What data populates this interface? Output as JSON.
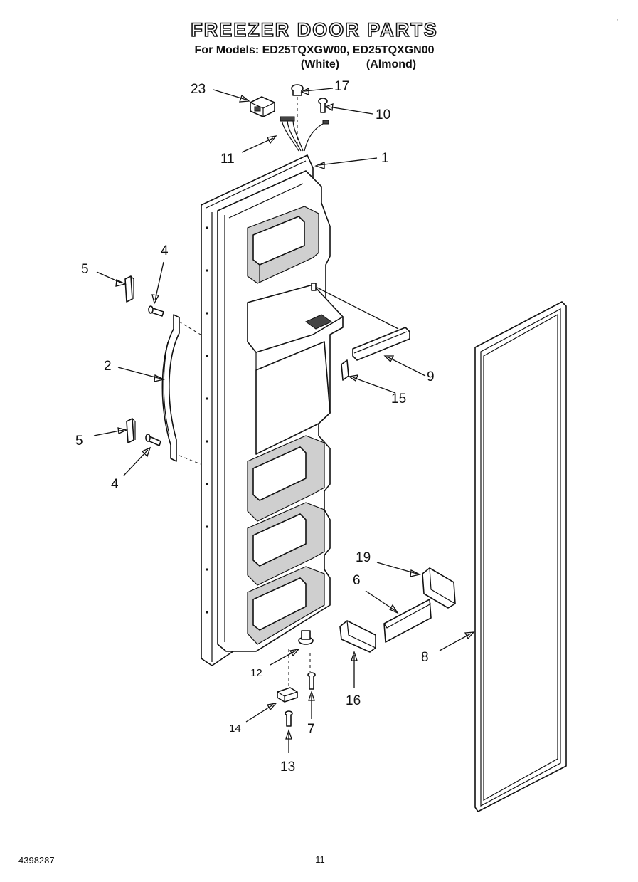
{
  "header": {
    "title": "FREEZER DOOR PARTS",
    "models_line": "For Models: ED25TQXGW00, ED25TQXGN00",
    "variant_white": "(White)",
    "variant_almond": "(Almond)"
  },
  "callouts": {
    "c1": "1",
    "c2": "2",
    "c4a": "4",
    "c4b": "4",
    "c5a": "5",
    "c5b": "5",
    "c6": "6",
    "c7": "7",
    "c8": "8",
    "c9": "9",
    "c10": "10",
    "c11": "11",
    "c12": "12",
    "c13": "13",
    "c14": "14",
    "c15": "15",
    "c16": "16",
    "c17": "17",
    "c19": "19",
    "c23": "23"
  },
  "footer": {
    "doc_number": "4398287",
    "page_number": "11"
  },
  "colors": {
    "ink": "#111111",
    "paper": "#ffffff",
    "shade": "#cfcfcf"
  }
}
